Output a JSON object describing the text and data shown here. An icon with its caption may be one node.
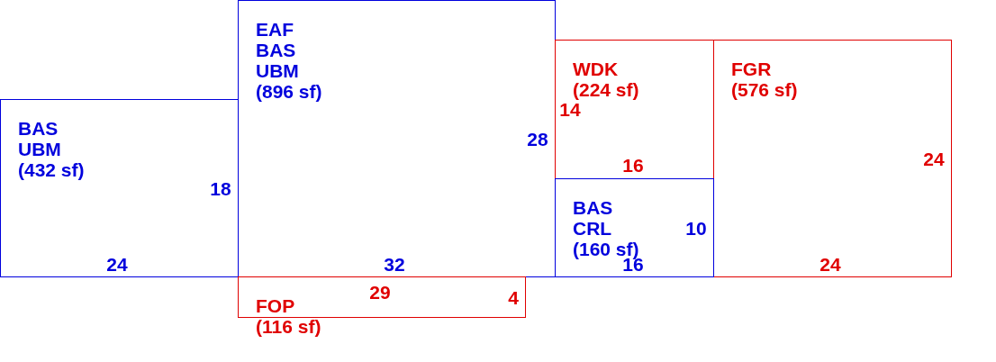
{
  "diagram": {
    "nodes": [
      {
        "text": [
          "BAS UBM (432 sf)"
        ]
      },
      {
        "text": [
          "EAF BAS UBM (896 sf)"
        ]
      },
      {
        "text": [
          "WDK (224 sf)"
        ]
      },
      {
        "text": [
          "BAS CRL (160 sf)"
        ]
      },
      {
        "text": [
          "FGR (576 sf)"
        ]
      },
      {
        "text": [
          "FOP (116 sf)"
        ]
      }
    ],
    "edges": [],
    "labels": [
      "14",
      "28",
      "24",
      "16",
      "18",
      "10",
      "24",
      "32",
      "16",
      "24",
      "29",
      "4"
    ]
  }
}
